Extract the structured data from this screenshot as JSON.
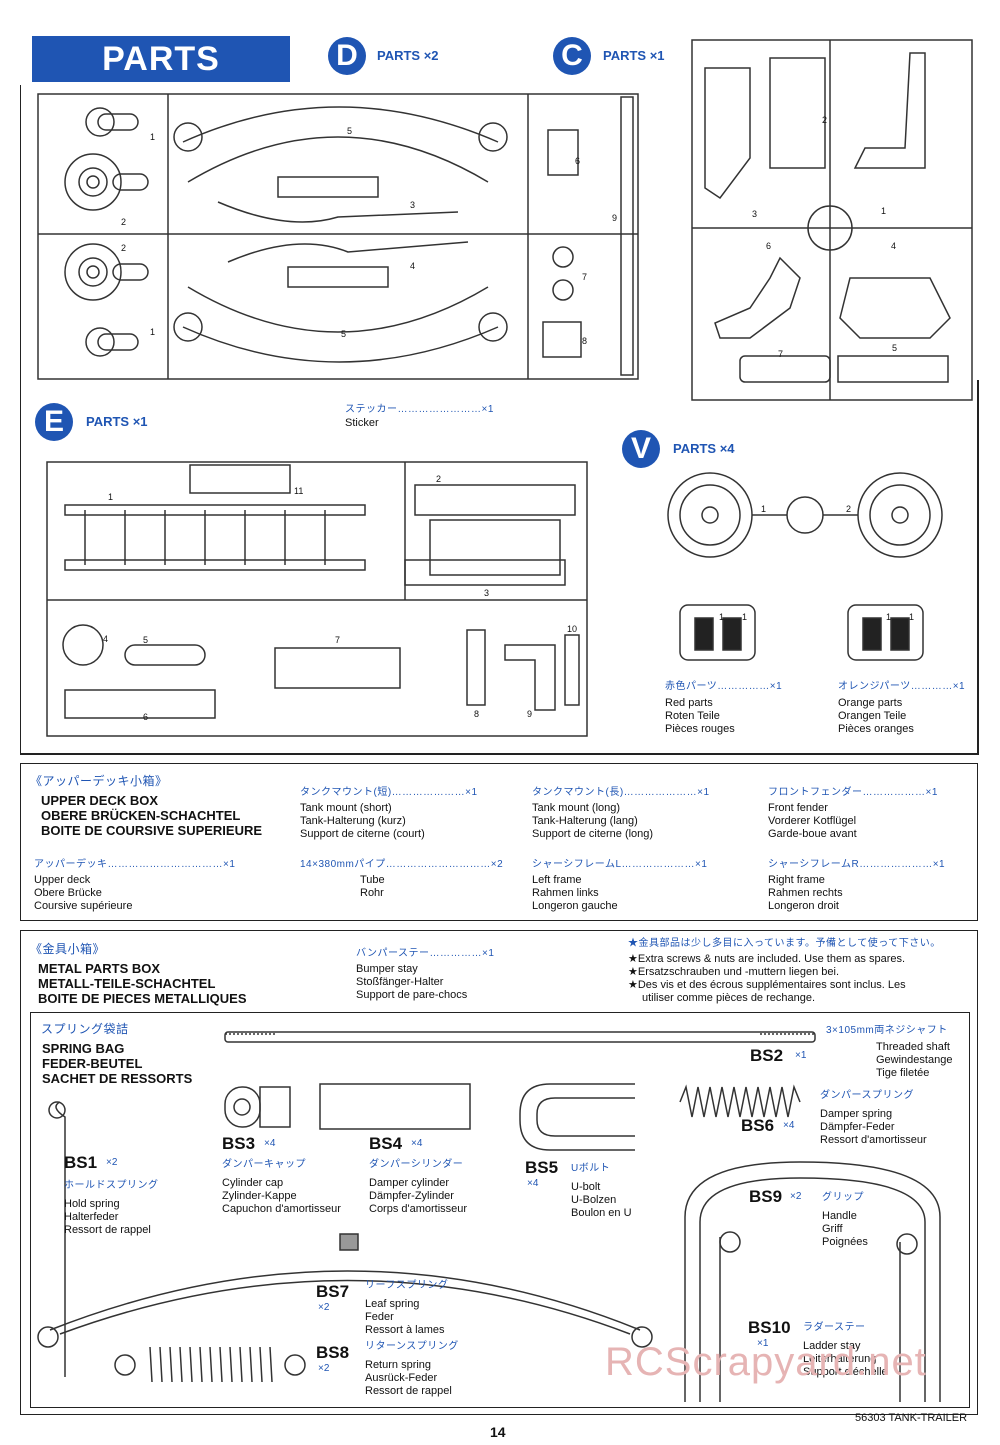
{
  "header": {
    "title": "PARTS"
  },
  "part_trees": {
    "D": {
      "letter": "D",
      "label": "PARTS ×2",
      "numbers": [
        "1",
        "2",
        "2",
        "1",
        "5",
        "3",
        "4",
        "5",
        "6",
        "7",
        "8",
        "9"
      ]
    },
    "C": {
      "letter": "C",
      "label": "PARTS ×1",
      "numbers": [
        "2",
        "1",
        "3",
        "6",
        "4",
        "5",
        "7"
      ]
    },
    "E": {
      "letter": "E",
      "label": "PARTS ×1",
      "numbers": [
        "1",
        "11",
        "2",
        "3",
        "4",
        "5",
        "6",
        "7",
        "8",
        "9",
        "10"
      ]
    },
    "V": {
      "letter": "V",
      "label": "PARTS ×4",
      "numbers": [
        "1",
        "2",
        "1",
        "1",
        "1",
        "1"
      ]
    }
  },
  "sticker": {
    "jp": "ステッカー……………………×1",
    "en": "Sticker"
  },
  "red_parts": {
    "jp": "赤色パーツ……………×1",
    "en": "Red parts",
    "de": "Roten Teile",
    "fr": "Pièces rouges"
  },
  "orange_parts": {
    "jp": "オレンジパーツ…………×1",
    "en": "Orange parts",
    "de": "Orangen Teile",
    "fr": "Pièces oranges"
  },
  "upper_deck_box": {
    "jp": "《アッパーデッキ小箱》",
    "titles": [
      "UPPER DECK BOX",
      "OBERE BRÜCKEN-SCHACHTEL",
      "BOITE DE COURSIVE SUPERIEURE"
    ],
    "items": [
      {
        "jp": "タンクマウント(短)…………………×1",
        "lines": [
          "Tank mount (short)",
          "Tank-Halterung (kurz)",
          "Support de citerne (court)"
        ]
      },
      {
        "jp": "タンクマウント(長)…………………×1",
        "lines": [
          "Tank mount (long)",
          "Tank-Halterung (lang)",
          "Support de citerne (long)"
        ]
      },
      {
        "jp": "フロントフェンダー………………×1",
        "lines": [
          "Front fender",
          "Vorderer Kotflügel",
          "Garde-boue avant"
        ]
      },
      {
        "jp": "アッパーデッキ……………………………×1",
        "lines": [
          "Upper deck",
          "Obere Brücke",
          "Coursive supérieure"
        ]
      },
      {
        "jp": "14×380mmパイプ…………………………×2",
        "lines": [
          "Tube",
          "Rohr"
        ]
      },
      {
        "jp": "シャーシフレームL…………………×1",
        "lines": [
          "Left frame",
          "Rahmen links",
          "Longeron gauche"
        ]
      },
      {
        "jp": "シャーシフレームR…………………×1",
        "lines": [
          "Right frame",
          "Rahmen rechts",
          "Longeron droit"
        ]
      }
    ]
  },
  "metal_parts_box": {
    "jp": "《金具小箱》",
    "titles": [
      "METAL PARTS BOX",
      "METALL-TEILE-SCHACHTEL",
      "BOITE DE PIECES METALLIQUES"
    ],
    "bumper": {
      "jp": "バンパーステー……………×1",
      "lines": [
        "Bumper stay",
        "Stoßfänger-Halter",
        "Support de pare-chocs"
      ]
    },
    "notes": [
      "★金具部品は少し多目に入っています。予備として使って下さい。",
      "★Extra screws & nuts are included. Use them as spares.",
      "★Ersatzschrauben und -muttern liegen bei.",
      "★Des vis et des écrous supplémentaires sont inclus. Les",
      "utiliser comme pièces de rechange."
    ]
  },
  "spring_bag": {
    "jp": "スプリング袋詰",
    "titles": [
      "SPRING BAG",
      "FEDER-BEUTEL",
      "SACHET DE RESSORTS"
    ]
  },
  "bs_parts": [
    {
      "code": "BS1",
      "qty": "×2",
      "jp": "ホールドスプリング",
      "lines": [
        "Hold spring",
        "Halterfeder",
        "Ressort de rappel"
      ]
    },
    {
      "code": "BS2",
      "qty": "×1",
      "jp": "3×105mm両ネジシャフト",
      "lines": [
        "Threaded shaft",
        "Gewindestange",
        "Tige filetée"
      ]
    },
    {
      "code": "BS3",
      "qty": "×4",
      "jp": "ダンパーキャップ",
      "lines": [
        "Cylinder cap",
        "Zylinder-Kappe",
        "Capuchon d'amortisseur"
      ]
    },
    {
      "code": "BS4",
      "qty": "×4",
      "jp": "ダンパーシリンダー",
      "lines": [
        "Damper cylinder",
        "Dämpfer-Zylinder",
        "Corps d'amortisseur"
      ]
    },
    {
      "code": "BS5",
      "qty": "×4",
      "jp": "Uボルト",
      "lines": [
        "U-bolt",
        "U-Bolzen",
        "Boulon en U"
      ]
    },
    {
      "code": "BS6",
      "qty": "×4",
      "jp": "ダンパースプリング",
      "lines": [
        "Damper spring",
        "Dämpfer-Feder",
        "Ressort d'amortisseur"
      ]
    },
    {
      "code": "BS7",
      "qty": "×2",
      "jp": "リーフスプリング",
      "lines": [
        "Leaf spring",
        "Feder",
        "Ressort à lames"
      ]
    },
    {
      "code": "BS8",
      "qty": "×2",
      "jp": "リターンスプリング",
      "lines": [
        "Return spring",
        "Ausrück-Feder",
        "Ressort de rappel"
      ]
    },
    {
      "code": "BS9",
      "qty": "×2",
      "jp": "グリップ",
      "lines": [
        "Handle",
        "Griff",
        "Poignées"
      ]
    },
    {
      "code": "BS10",
      "qty": "×1",
      "jp": "ラダーステー",
      "lines": [
        "Ladder stay",
        "Leiterhalterung",
        "Support d'échelle"
      ]
    }
  ],
  "watermark": "RCScrapyard.net",
  "footer": {
    "page": "14",
    "code": "56303 TANK-TRAILER"
  },
  "colors": {
    "accent": "#1f55b3",
    "watermark": "#e6b4b4"
  }
}
